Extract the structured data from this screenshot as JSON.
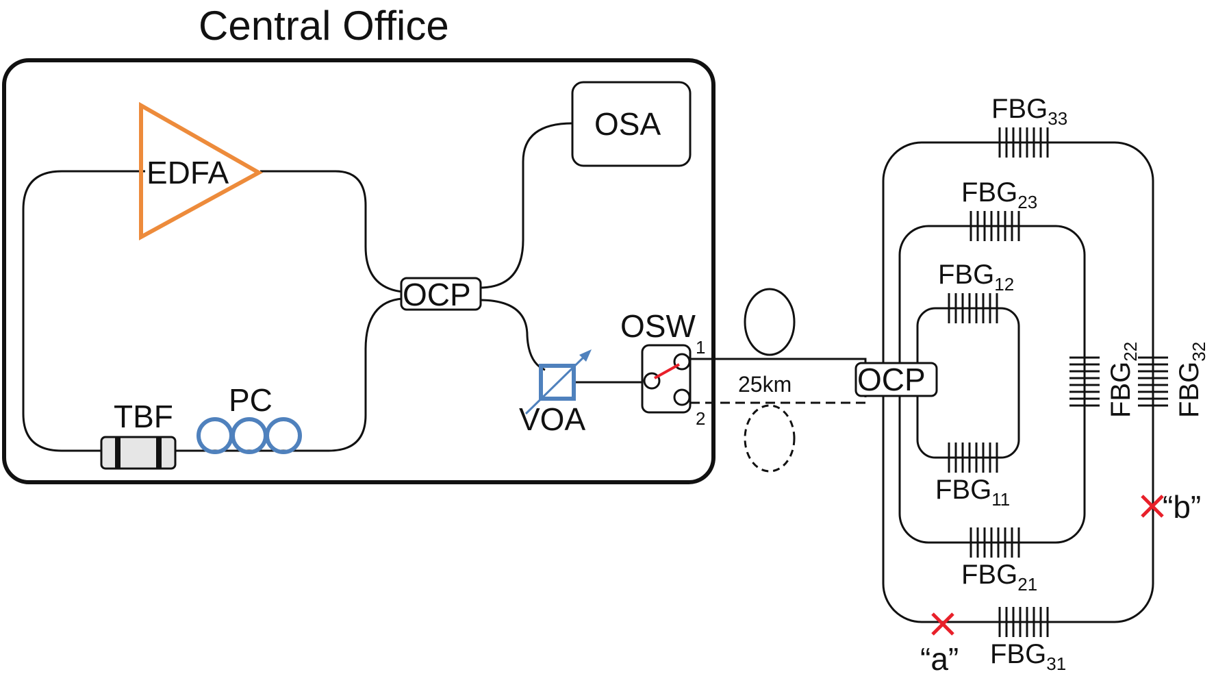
{
  "title": "Central Office",
  "components": {
    "edfa": "EDFA",
    "osa": "OSA",
    "ocp_inner": "OCP",
    "ocp_outer": "OCP",
    "osw": "OSW",
    "voa": "VOA",
    "tbf": "TBF",
    "pc": "PC",
    "fiber_length": "25km",
    "osw_port_1": "1",
    "osw_port_2": "2"
  },
  "gratings": {
    "fbg11": {
      "main": "FBG",
      "sub": "11"
    },
    "fbg12": {
      "main": "FBG",
      "sub": "12"
    },
    "fbg21": {
      "main": "FBG",
      "sub": "21"
    },
    "fbg22": {
      "main": "FBG",
      "sub": "22"
    },
    "fbg23": {
      "main": "FBG",
      "sub": "23"
    },
    "fbg31": {
      "main": "FBG",
      "sub": "31"
    },
    "fbg32": {
      "main": "FBG",
      "sub": "32"
    },
    "fbg33": {
      "main": "FBG",
      "sub": "33"
    }
  },
  "break_points": {
    "a": "“a”",
    "b": "“b”"
  },
  "colors": {
    "edfa": "#ED8B3B",
    "pc": "#4F81BD",
    "voa": "#4F81BD",
    "break_mark": "#E8202A",
    "switch_arm": "#E8202A",
    "tbf_fill": "#E6E6E6"
  }
}
